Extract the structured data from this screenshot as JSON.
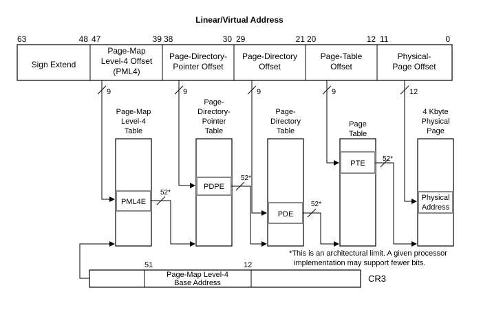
{
  "title": "Linear/Virtual Address",
  "bit_labels": [
    "63",
    "48",
    "47",
    "39",
    "38",
    "30",
    "29",
    "21",
    "20",
    "12",
    "11",
    "0"
  ],
  "fields": [
    {
      "lines": [
        "Sign Extend"
      ]
    },
    {
      "lines": [
        "Page-Map",
        "Level-4 Offset",
        "(PML4)"
      ]
    },
    {
      "lines": [
        "Page-Directory-",
        "Pointer Offset"
      ]
    },
    {
      "lines": [
        "Page-Directory",
        "Offset"
      ]
    },
    {
      "lines": [
        "Page-Table",
        "Offset"
      ]
    },
    {
      "lines": [
        "Physical-",
        "Page Offset"
      ]
    }
  ],
  "widths": [
    "9",
    "9",
    "9",
    "9",
    "12"
  ],
  "tables": [
    {
      "lines": [
        "Page-Map",
        "Level-4",
        "Table"
      ],
      "entry": [
        "PML4E"
      ]
    },
    {
      "lines": [
        "Page-",
        "Directory-",
        "Pointer",
        "Table"
      ],
      "entry": [
        "PDPE"
      ]
    },
    {
      "lines": [
        "Page-",
        "Directory",
        "Table"
      ],
      "entry": [
        "PDE"
      ]
    },
    {
      "lines": [
        "Page",
        "Table"
      ],
      "entry": [
        "PTE"
      ]
    },
    {
      "lines": [
        "4 Kbyte",
        "Physical",
        "Page"
      ],
      "entry": [
        "Physical",
        "Address"
      ]
    }
  ],
  "entry_widths": [
    "52*",
    "52*",
    "52*",
    "52*"
  ],
  "note": [
    "*This is an architectural limit.  A given processor",
    "implementation may support fewer bits."
  ],
  "cr3": {
    "bit_left": "51",
    "bit_right": "12",
    "lines": [
      "Page-Map Level-4",
      "Base Address"
    ],
    "label": "CR3"
  }
}
